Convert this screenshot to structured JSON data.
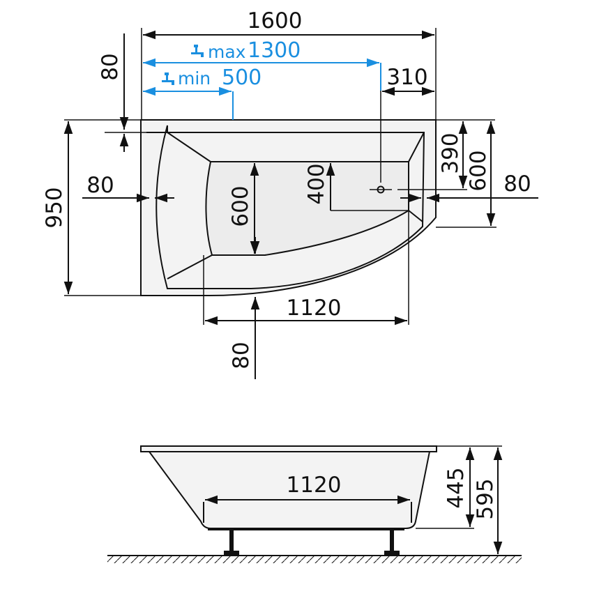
{
  "top_view": {
    "overall_length": "1600",
    "tap_max_label": "max",
    "tap_max_value": "1300",
    "tap_min_label": "min",
    "tap_min_value": "500",
    "rim_top": "80",
    "drain_offset": "310",
    "overall_width": "950",
    "rim_left": "80",
    "inner_height": "600",
    "drain_height": "400",
    "drain_side_offset": "390",
    "right_width": "600",
    "rim_right": "80",
    "inner_length": "1120",
    "rim_bottom": "80"
  },
  "side_view": {
    "inner_length": "1120",
    "tub_height": "445",
    "total_height": "595"
  },
  "colors": {
    "dimension_line": "#111111",
    "tap_dimension": "#1a8fe0"
  },
  "icons": {
    "tap": "faucet-icon"
  }
}
